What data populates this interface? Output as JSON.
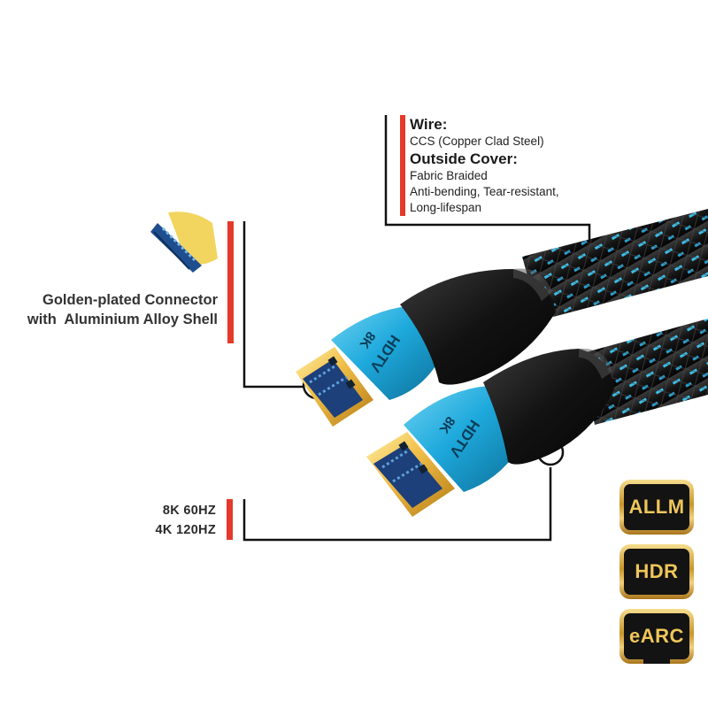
{
  "callouts": {
    "wire": {
      "wire_heading": "Wire:",
      "wire_value": "CCS (Copper Clad Steel)",
      "cover_heading": "Outside Cover:",
      "cover_lines": [
        "Fabric Braided",
        "Anti-bending, Tear-resistant,",
        "Long-lifespan"
      ]
    },
    "connector": {
      "lines": [
        "Golden-plated Connector",
        "with  Aluminium Alloy Shell"
      ]
    },
    "resolution": {
      "lines": [
        "8K 60HZ",
        "4K 120HZ"
      ]
    }
  },
  "plugs": [
    {
      "brand": "HDTV",
      "size": "8K"
    },
    {
      "brand": "HDTV",
      "size": "8K"
    }
  ],
  "badges": [
    "ALLM",
    "HDR",
    "eARC"
  ],
  "colors": {
    "accent_red": "#e5392b",
    "plug_blue": "#1aa7d8",
    "cable_black": "#1c1c1c",
    "braid_blue": "#3bbde6",
    "gold": "#e2b23a"
  },
  "icons": [
    "hdmi-plug-illustration",
    "connector-closeup-icon",
    "magnifier-circle-icon"
  ]
}
